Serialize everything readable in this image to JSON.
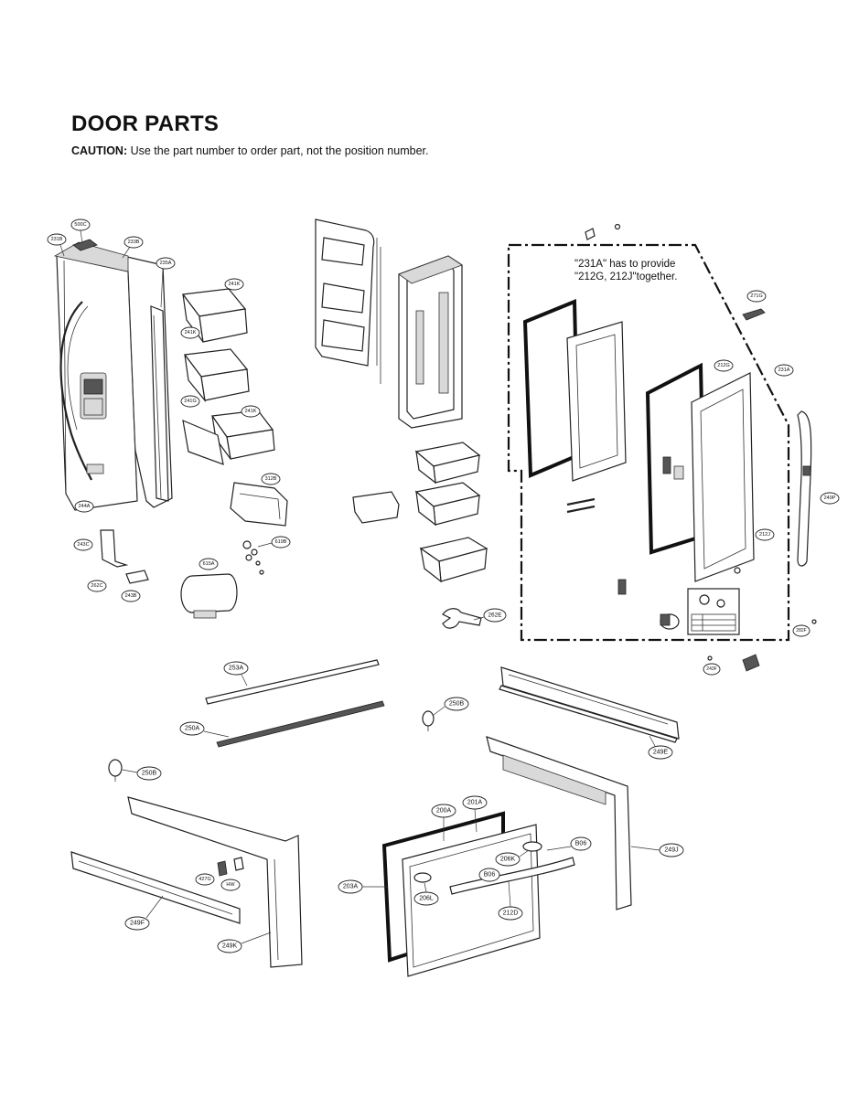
{
  "header": {
    "title": "DOOR PARTS",
    "caution_label": "CAUTION:",
    "caution_text": "Use the part number to order part, not the position number."
  },
  "note": {
    "line1": "\"231A\" has to provide",
    "line2": "\"212G, 212J\"together."
  },
  "callouts": {
    "c500C": "500C",
    "c231B": "231B",
    "c233B": "233B",
    "c235A": "235A",
    "c241K_1": "241K",
    "c241K_2": "241K",
    "c241G": "241G",
    "c241K_3": "241K",
    "c312B": "312B",
    "c244A": "244A",
    "c243C": "243C",
    "c262C": "262C",
    "c243B": "243B",
    "c619B": "619B",
    "c615A": "615A",
    "c253A": "253A",
    "c250A": "250A",
    "c250B_1": "250B",
    "c250B_2": "250B",
    "c249E": "249E",
    "c249J": "249J",
    "c249F": "249F",
    "c249K": "249K",
    "c427G": "427G",
    "cHW": "HW",
    "c203A": "203A",
    "c200A": "200A",
    "c201A": "201A",
    "cB06_1": "B06",
    "cB06_2": "B06",
    "c206K": "206K",
    "c206L": "206L",
    "c212D": "212D",
    "c262E": "262E",
    "c212G": "212G",
    "c231A": "231A",
    "c212J": "212J",
    "c249P": "249P",
    "c271G": "271G",
    "c282F": "282F",
    "c243F": "243F"
  }
}
